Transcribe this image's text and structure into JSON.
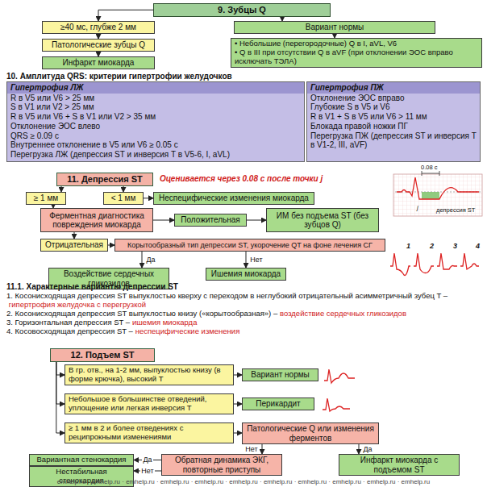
{
  "diagram": {
    "nodes": [
      {
        "text": [
          "9. Зубцы Q"
        ]
      },
      {
        "text": [
          "≥40 мс, глубже 2 мм"
        ]
      },
      {
        "text": [
          "Патологические зубцы Q"
        ]
      },
      {
        "text": [
          "Инфаркт миокарда"
        ]
      },
      {
        "text": [
          "Вариант нормы"
        ]
      },
      {
        "text": [
          "• Небольшие (перегородочные) Q в I, aVL, V6",
          "• Q в III при отсутствии Q в aVF (при отклонении ЭОС вправо исключать ТЭЛА)"
        ]
      },
      {
        "text": [
          "Гипертрофия ЛЖ",
          "R в V5 или V6 > 25 мм",
          "S в V1 или V2 > 25 мм",
          "R в V5 или V6 + S в V1 или V2 > 35 мм",
          "Отклонение ЭОС влево",
          "QRS ≥ 0.09 с",
          "Внутреннее отклонение в V5 или V6 ≥ 0.05 с",
          "Перегрузка ЛЖ (депрессия ST и инверсия T в V5-6, I, aVL)"
        ]
      },
      {
        "text": [
          "Гипертрофия ПЖ",
          "Отклонение ЭОС вправо",
          "Глубокие S в V5 и V6",
          "R в V1 + S в V5 или V6 > 11 мм",
          "Блокада правой ножки ПГ",
          "Перегрузка ПЖ (депрессия ST и инверсия T в V1-2, III, aVF)"
        ]
      },
      {
        "text": [
          "11. Депрессия ST"
        ]
      },
      {
        "text": [
          "≥ 1 мм"
        ]
      },
      {
        "text": [
          "< 1 мм"
        ]
      },
      {
        "text": [
          "Неспецифические изменения миокарда"
        ]
      },
      {
        "text": [
          "Ферментная диагностика повреждения миокарда"
        ]
      },
      {
        "text": [
          "Положительная"
        ]
      },
      {
        "text": [
          "ИМ без подъема ST (без зубцов Q)"
        ]
      },
      {
        "text": [
          "Отрицательная"
        ]
      },
      {
        "text": [
          "Корытообразный тип депрессии ST, укорочение QT на фоне лечения СГ"
        ]
      },
      {
        "text": [
          "Воздействие сердечных гликозидов"
        ]
      },
      {
        "text": [
          "Ишемия миокарда"
        ]
      },
      {
        "text": [
          "12. Подъем ST"
        ]
      },
      {
        "text": [
          "В гр. отв., на 1-2 мм, выпуклостью книзу (в форме крючка), высокий T"
        ]
      },
      {
        "text": [
          "Вариант нормы"
        ]
      },
      {
        "text": [
          "Небольшое в большинстве отведений, уплощение или легкая инверсия T"
        ]
      },
      {
        "text": [
          "Перикардит"
        ]
      },
      {
        "text": [
          "≥ 1 мм в 2 и более отведениях с реципрокными изменениями"
        ]
      },
      {
        "text": [
          "Патологические Q или изменения ферментов"
        ]
      },
      {
        "text": [
          "Обратная динамика ЭКГ, повторные приступы"
        ]
      },
      {
        "text": [
          "Инфаркт миокарда с подъемом ST"
        ]
      },
      {
        "text": [
          "Вариантная стенокардия"
        ]
      },
      {
        "text": [
          "Нестабильная стенокардия"
        ]
      }
    ],
    "edges": [
      {
        "from": 0,
        "to": 1,
        "arrow": "to"
      },
      {
        "from": 0,
        "to": 4,
        "arrow": "to"
      },
      {
        "from": 1,
        "to": 2,
        "arrow": "to"
      },
      {
        "from": 2,
        "to": 3,
        "arrow": "to"
      },
      {
        "from": 4,
        "to": 5,
        "arrow": "to"
      },
      {
        "from": 8,
        "to": 9,
        "arrow": "to"
      },
      {
        "from": 8,
        "to": 10,
        "arrow": "to"
      },
      {
        "from": 10,
        "to": 11,
        "arrow": "to"
      },
      {
        "from": 9,
        "to": 12,
        "arrow": "to"
      },
      {
        "from": 12,
        "to": 13,
        "arrow": "to"
      },
      {
        "from": 13,
        "to": 14,
        "arrow": "to"
      },
      {
        "from": 12,
        "to": 15,
        "arrow": "to"
      },
      {
        "from": 15,
        "to": 16,
        "arrow": "to"
      },
      {
        "from": 16,
        "to": 17,
        "label": "Да",
        "arrow": "to"
      },
      {
        "from": 16,
        "to": 18,
        "label": "Нет",
        "arrow": "to"
      },
      {
        "from": 19,
        "to": 20,
        "arrow": "to"
      },
      {
        "from": 19,
        "to": 22,
        "arrow": "to"
      },
      {
        "from": 19,
        "to": 24,
        "arrow": "to"
      },
      {
        "from": 20,
        "to": 21,
        "arrow": "to"
      },
      {
        "from": 22,
        "to": 23,
        "arrow": "to"
      },
      {
        "from": 24,
        "to": 25,
        "arrow": "to"
      },
      {
        "from": 25,
        "to": 26,
        "label": "Нет",
        "arrow": "to"
      },
      {
        "from": 25,
        "to": 27,
        "label": "Да",
        "arrow": "to"
      },
      {
        "from": 26,
        "to": 28,
        "label": "Да",
        "arrow": "to"
      },
      {
        "from": 26,
        "to": 29,
        "label": "Нет",
        "arrow": "to"
      }
    ],
    "labels": [
      "10. Амплитуда QRS: критерии гипертрофии желудочков",
      "Оценивается через 0.08 с после точки j",
      "0.08 с",
      "j",
      "депрессия ST",
      "1",
      "2",
      "3",
      "4",
      "11.1. Характерные варианты депрессии ST",
      "1. Косонисходящая депрессия ST выпуклостью кверху с переходом в неглубокий отрицательный асимметричный зубец T –",
      "гипертрофия желудочка с перегрузкой",
      "2. Косонисходящая депрессия ST выпуклостью книзу («корытообразная») –",
      "воздействие сердечных гликозидов",
      "3. Горизонтальная депрессия ST –",
      "ишемия миокарда",
      "4. Косовосходящая депрессия ST –",
      "неспецифические изменения",
      "emhelp.ru · emhelp.ru · emhelp.ru · emhelp.ru · emhelp.ru · emhelp.ru · emhelp.ru · emhelp.ru · emhelp.ru · emhelp.ru · emhelp.ru"
    ]
  }
}
